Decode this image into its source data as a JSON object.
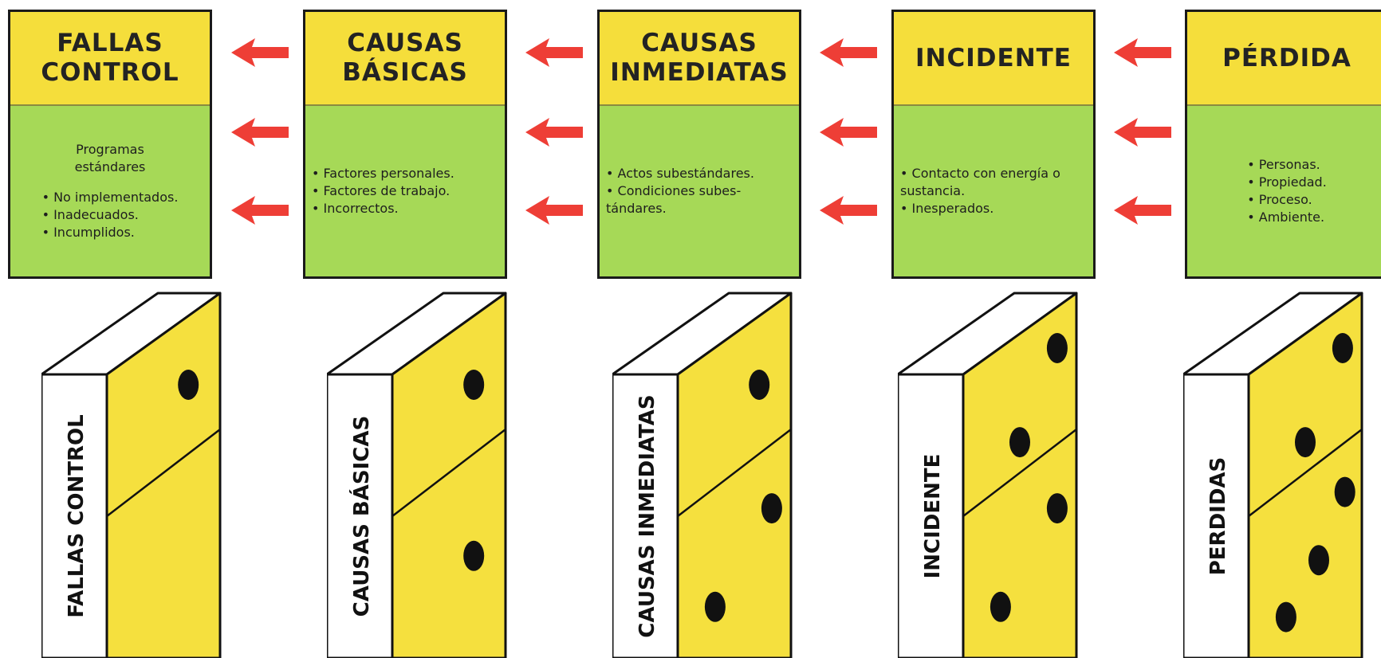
{
  "colors": {
    "header_yellow": "#f5de3b",
    "body_green": "#a6d957",
    "arrow_red": "#ee3e36",
    "domino_yellow": "#f5e03e",
    "pip_black": "#111111"
  },
  "boxes": [
    {
      "title": "FALLAS\nCONTROL",
      "intro": "Programas\nestándares",
      "items": [
        "• No implementados.",
        "• Inadecuados.",
        "• Incumplidos."
      ]
    },
    {
      "title": "CAUSAS\nBÁSICAS",
      "items": [
        "• Factores personales.",
        "• Factores de trabajo.",
        "• Incorrectos."
      ]
    },
    {
      "title": "CAUSAS\nINMEDIATAS",
      "items": [
        "• Actos subestándares.",
        "• Condiciones subes-tándares."
      ]
    },
    {
      "title": "INCIDENTE",
      "items": [
        "• Contacto con energía o sustancia.",
        "• Inesperados."
      ]
    },
    {
      "title": "PÉRDIDA",
      "items": [
        "• Personas.",
        "• Propiedad.",
        "• Proceso.",
        "• Ambiente."
      ]
    }
  ],
  "arrow_icon": "left-arrow-icon",
  "dominoes": [
    {
      "label": "FALLAS CONTROL",
      "top_pips": 1,
      "bottom_pips": 0
    },
    {
      "label": "CAUSAS BÁSICAS",
      "top_pips": 1,
      "bottom_pips": 1
    },
    {
      "label": "CAUSAS INMEDIATAS",
      "top_pips": 1,
      "bottom_pips": 2
    },
    {
      "label": "INCIDENTE",
      "top_pips": 2,
      "bottom_pips": 2
    },
    {
      "label": "PERDIDAS",
      "top_pips": 2,
      "bottom_pips": 3
    }
  ]
}
